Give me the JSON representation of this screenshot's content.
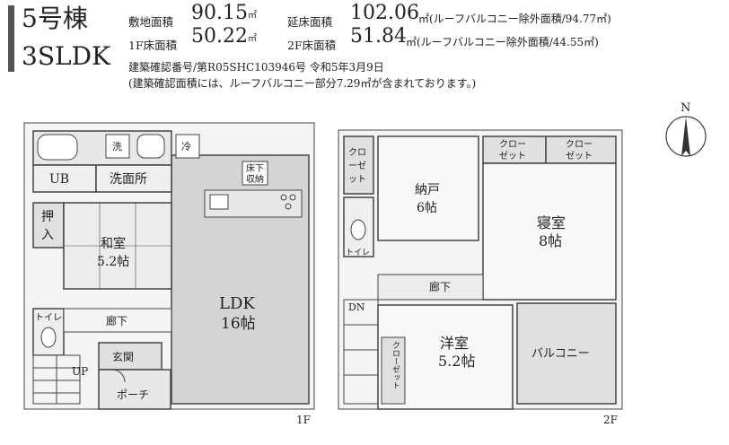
{
  "header": {
    "building": "5号棟",
    "layout_type": "3SLDK",
    "site_area_label": "敷地面積",
    "site_area_value": "90.15",
    "site_area_unit": "㎡",
    "floor_area_label": "延床面積",
    "floor_area_value": "102.06",
    "floor_area_note": "㎡(ルーフバルコニー除外面積/94.77㎡)",
    "f1_area_label": "1F床面積",
    "f1_area_value": "50.22",
    "f1_area_unit": "㎡",
    "f2_area_label": "2F床面積",
    "f2_area_value": "51.84",
    "f2_area_note": "㎡(ルーフバルコニー除外面積/44.55㎡)",
    "permit": "建築確認番号/第R05SHC103946号 令和5年3月9日",
    "permit_note": "(建築確認面積には、ルーフバルコニー部分7.29㎡が含まれております。)"
  },
  "floor1": {
    "label": "1F",
    "rooms": {
      "ub": "UB",
      "washroom": "洗面所",
      "wash_mark": "洗",
      "fridge_mark": "冷",
      "oshiire_1": "押",
      "oshiire_2": "入",
      "washitsu_name": "和室",
      "washitsu_size": "5.2帖",
      "storage_1": "床下",
      "storage_2": "収納",
      "ldk_name": "LDK",
      "ldk_size": "16帖",
      "toilet": "トイレ",
      "hallway": "廊下",
      "up": "UP",
      "genkan": "玄関",
      "porch": "ポーチ"
    }
  },
  "floor2": {
    "label": "2F",
    "rooms": {
      "closet_left_1": "クロ",
      "closet_left_2": "ーゼ",
      "closet_left_3": "ット",
      "nando_name": "納戸",
      "nando_size": "6帖",
      "closet_a": "クロー",
      "closet_a2": "ゼット",
      "closet_b": "クロー",
      "closet_b2": "ゼット",
      "shinshitsu_name": "寝室",
      "shinshitsu_size": "8帖",
      "toilet": "トイレ",
      "hallway": "廊下",
      "dn": "DN",
      "youshitsu_name": "洋室",
      "youshitsu_size": "5.2帖",
      "closet_c": "クローゼット",
      "balcony": "バルコニー"
    }
  },
  "compass": {
    "north": "N"
  }
}
